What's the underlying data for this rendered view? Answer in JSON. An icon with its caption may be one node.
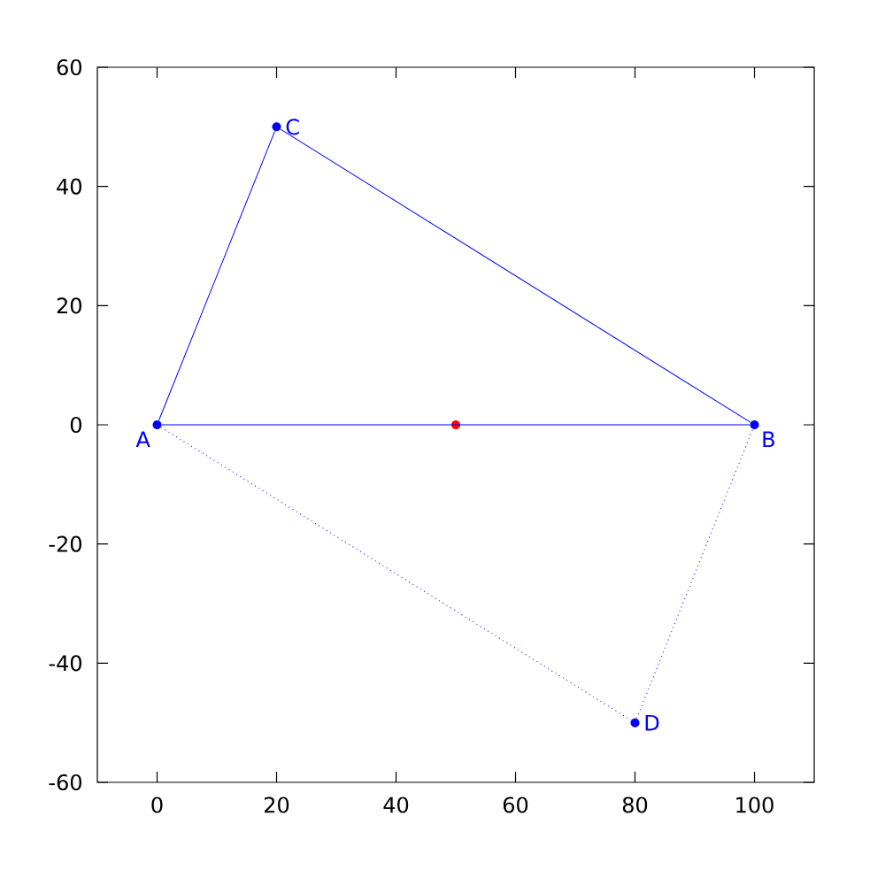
{
  "diagram": {
    "nodes": [
      {
        "text": [
          "C"
        ]
      },
      {
        "text": [
          "A"
        ]
      },
      {
        "text": [],
        "shape": "circle"
      },
      {
        "text": [
          "B"
        ]
      },
      {
        "text": [
          "D"
        ]
      }
    ],
    "edges": [
      {
        "from": 1,
        "to": 3,
        "arrow": "none"
      },
      {
        "from": 3,
        "to": 0,
        "arrow": "none"
      },
      {
        "from": 0,
        "to": 1,
        "arrow": "none"
      },
      {
        "from": 1,
        "to": 4,
        "arrow": "none",
        "style": "dashed"
      },
      {
        "from": 4,
        "to": 3,
        "arrow": "none",
        "style": "dashed"
      }
    ],
    "labels": [
      "60",
      "40",
      "20",
      "0",
      "-20",
      "-40",
      "-60",
      "0",
      "20",
      "40",
      "60",
      "80",
      "100"
    ]
  }
}
